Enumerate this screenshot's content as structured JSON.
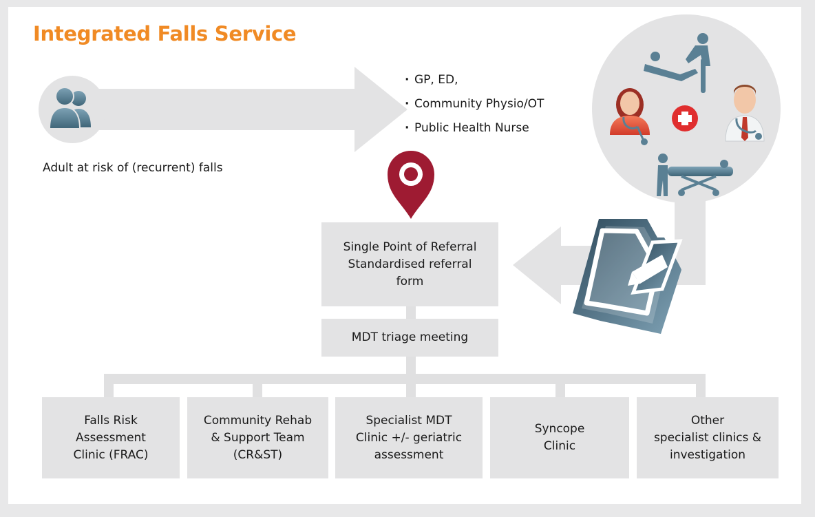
{
  "title": "Integrated Falls Service",
  "patient_label": "Adult at risk of (recurrent) falls",
  "referrers": [
    "GP, ED,",
    "Community Physio/OT",
    "Public Health Nurse"
  ],
  "referral_box": {
    "line1": "Single Point of Referral",
    "line2": "Standardised referral",
    "line3": "form"
  },
  "triage_label": "MDT triage meeting",
  "clinics": [
    {
      "line1": "Falls Risk",
      "line2": "Assessment",
      "line3": "Clinic (FRAC)"
    },
    {
      "line1": "Community Rehab",
      "line2": "& Support Team",
      "line3": "(CR&ST)"
    },
    {
      "line1": "Specialist MDT",
      "line2": "Clinic +/- geriatric",
      "line3": "assessment"
    },
    {
      "line1": "Syncope",
      "line2": "Clinic",
      "line3": ""
    },
    {
      "line1": "Other",
      "line2": "specialist clinics &",
      "line3": "investigation"
    }
  ],
  "icons": {
    "patients": "people-icon",
    "location": "location-pin-icon",
    "document": "referral-form-icon",
    "care_team": "clinicians-icon",
    "medical_cross": "medical-cross-icon"
  },
  "colors": {
    "title": "#f08a24",
    "pin": "#9e1b32",
    "icon": "#5a8094",
    "arrow": "#e3e3e4",
    "box": "#e3e3e4",
    "connector": "#e0e0e1",
    "cross": "#e02e2e"
  }
}
